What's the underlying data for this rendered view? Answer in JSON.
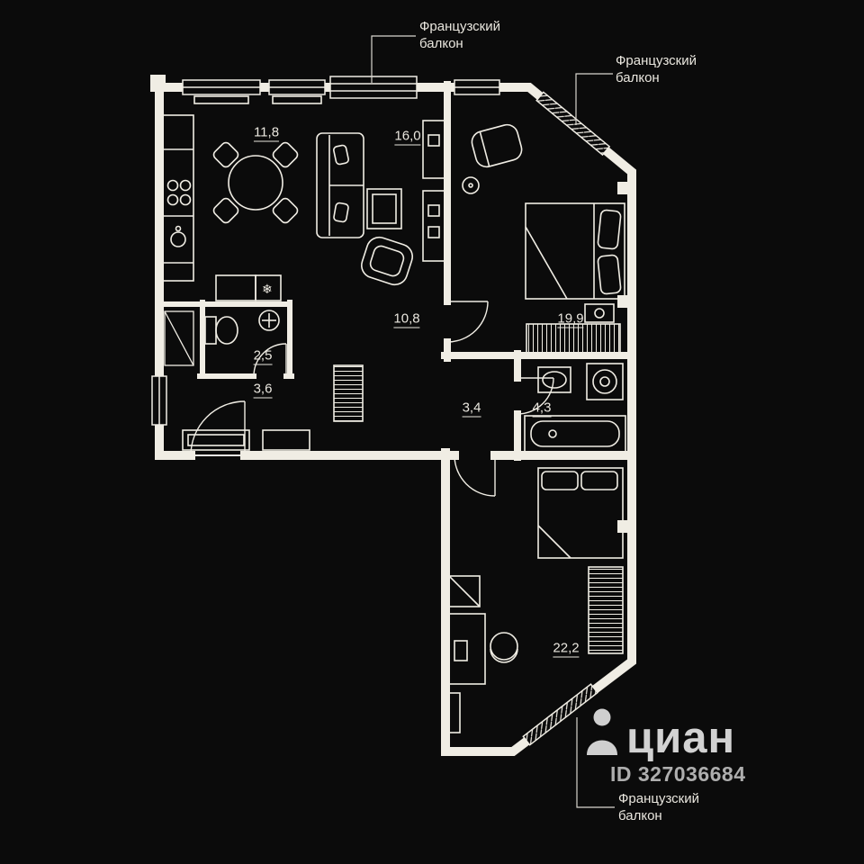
{
  "canvas": {
    "bg": "#0b0b0b",
    "wall_color": "#f0ede4"
  },
  "rooms": {
    "kitchen": {
      "area": "11,8"
    },
    "living": {
      "area": "16,0"
    },
    "hall": {
      "area": "10,8"
    },
    "bedroom": {
      "area": "19,9"
    },
    "wc": {
      "area": "2,5"
    },
    "entry": {
      "area": "3,6"
    },
    "corridor": {
      "area": "3,4"
    },
    "bathroom": {
      "area": "4,3"
    },
    "bedroom2": {
      "area": "22,2"
    }
  },
  "annotations": {
    "balcony_top": "Французский балкон",
    "balcony_right": "Французский балкон",
    "balcony_bottom": "Французский балкон"
  },
  "icons": {
    "snowflake": "❄",
    "person": "person-silhouette"
  },
  "watermark": {
    "brand": "циан",
    "listing_id": "ID 327036684"
  }
}
